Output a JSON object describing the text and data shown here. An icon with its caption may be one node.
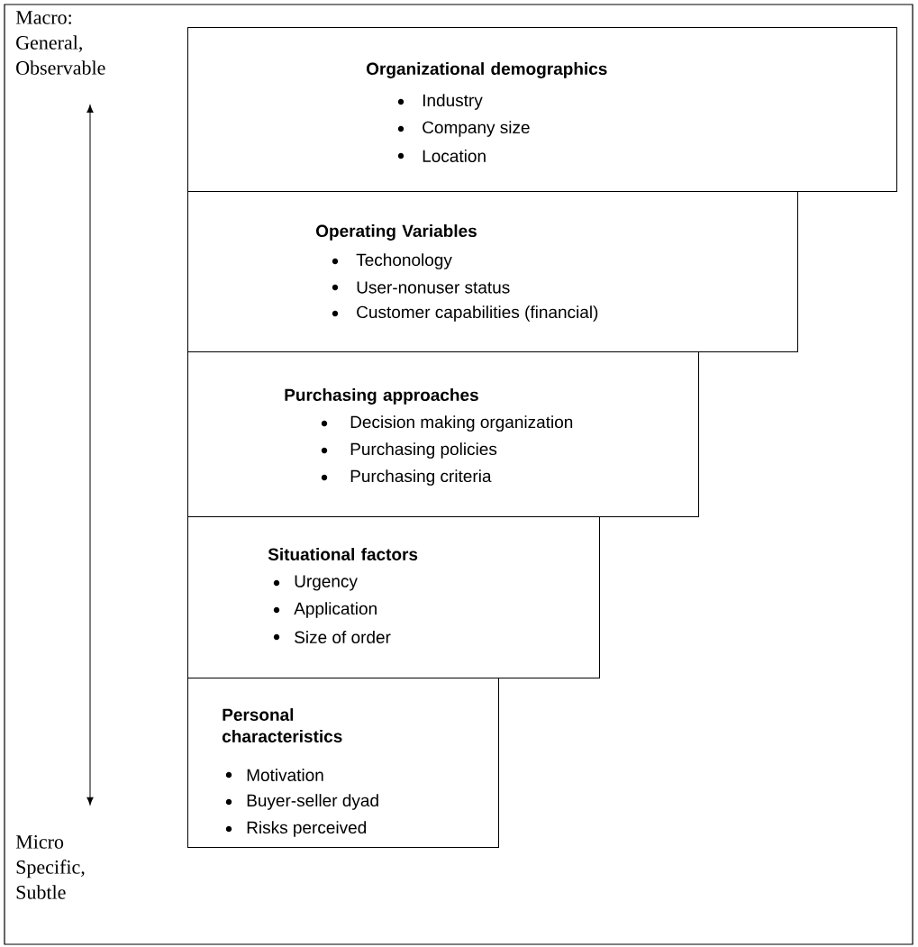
{
  "diagram": {
    "nodes": [
      {
        "text": [
          "Organizational demographics",
          "Industry",
          "Company size",
          "Location"
        ]
      },
      {
        "text": [
          "Operating Variables",
          "Techonology",
          "User-nonuser status",
          "Customer capabilities (financial)"
        ]
      },
      {
        "text": [
          "Purchasing approaches",
          "Decision making organization",
          "Purchasing policies",
          "Purchasing criteria"
        ]
      },
      {
        "text": [
          "Situational factors",
          "Urgency",
          "Application",
          "Size of order"
        ]
      },
      {
        "text": [
          "Personal characteristics",
          "Motivation",
          "Buyer-seller dyad",
          "Risks perceived"
        ]
      },
      {
        "text": [
          "Macro: General, Observable"
        ]
      },
      {
        "text": [
          "Micro Specific, Subtle"
        ]
      }
    ],
    "edges": [
      {
        "from": 5,
        "to": 6,
        "arrow": "both"
      }
    ]
  }
}
